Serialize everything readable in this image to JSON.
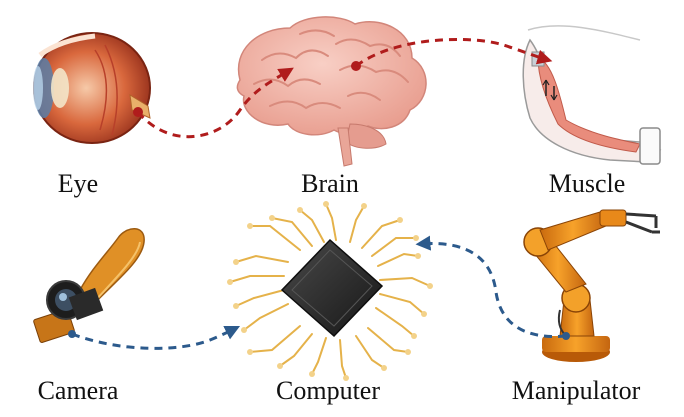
{
  "labels": {
    "eye": "Eye",
    "brain": "Brain",
    "muscle": "Muscle",
    "camera": "Camera",
    "computer": "Computer",
    "manipulator": "Manipulator"
  },
  "colors": {
    "biological_arrow": "#b01c1c",
    "artificial_arrow": "#2c5a8c",
    "brain": "#f1b3a6",
    "eye": "#c94a2a",
    "muscle": "#e07060",
    "chip": "#2a2a2a",
    "chip_traces": "#e5b24a",
    "robot_arm": "#f0901c",
    "camera_ribbon": "#d98a1e"
  },
  "icons": [
    "eye-anatomy-icon",
    "brain-icon",
    "arm-muscle-icon",
    "camera-module-icon",
    "cpu-chip-icon",
    "robot-arm-icon"
  ]
}
